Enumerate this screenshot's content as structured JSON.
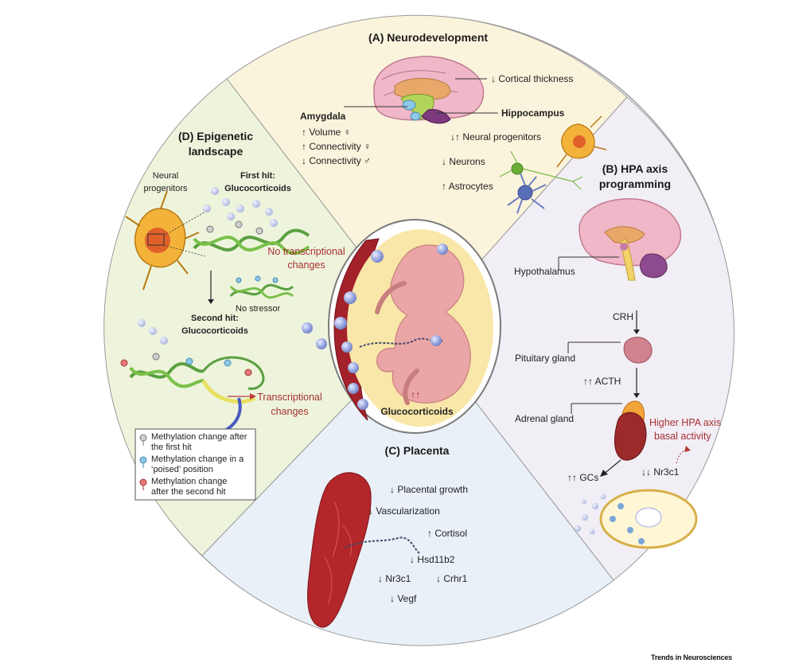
{
  "panel_a": {
    "title": "(A) Neurodevelopment",
    "cortical": "↓ Cortical thickness",
    "amygdala": "Amygdala",
    "amyg_volume": "↑ Volume ♀",
    "amyg_conn_f": "↑ Connectivity ♀",
    "amyg_conn_m": "↓ Connectivity ♂",
    "hippocampus": "Hippocampus",
    "neural_progenitors": "↓↑ Neural progenitors",
    "neurons": "↓ Neurons",
    "astrocytes": "↑ Astrocytes"
  },
  "panel_b": {
    "title_1": "(B) HPA axis",
    "title_2": "programming",
    "hypothalamus": "Hypothalamus",
    "crh": "CRH",
    "pituitary": "Pituitary gland",
    "acth": "↑↑ ACTH",
    "adrenal": "Adrenal gland",
    "higher_1": "Higher HPA axis",
    "higher_2": "basal activity",
    "gcs": "↑↑ GCs",
    "nr3c1": "↓↓ Nr3c1"
  },
  "panel_c": {
    "title": "(C) Placenta",
    "placental_growth": "↓ Placental growth",
    "vascularization": "↓ Vascularization",
    "cortisol": "↑ Cortisol",
    "hsd11b2": "↓ Hsd11b2",
    "nr3c1": "↓ Nr3c1",
    "crhr1": "↓ Crhr1",
    "vegf": "↓ Vegf"
  },
  "panel_d": {
    "title_1": "(D) Epigenetic",
    "title_2": "landscape",
    "neural_1": "Neural",
    "neural_2": "progenitors",
    "first_hit_1": "First hit:",
    "first_hit_2": "Glucocorticoids",
    "no_transcr_1": "No transcriptional",
    "no_transcr_2": "changes",
    "no_stressor": "No stressor",
    "second_hit_1": "Second hit:",
    "second_hit_2": "Glucocorticoids",
    "transcr_1": "Transcriptional",
    "transcr_2": "changes",
    "legend": [
      [
        "Methylation change after",
        "the first hit"
      ],
      [
        "Methylation change in a",
        "‘poised’ position"
      ],
      [
        "Methylation change",
        "after the second hit"
      ]
    ]
  },
  "center": {
    "arrows": "↑↑",
    "label": "Glucocorticoids"
  },
  "credit": "Trends in Neurosciences",
  "colors": {
    "panel_a": "#fbf4dc",
    "panel_b": "#f2eef6",
    "panel_c": "#e9f0f7",
    "panel_d": "#eef4dc",
    "accent_red": "#a53030"
  }
}
